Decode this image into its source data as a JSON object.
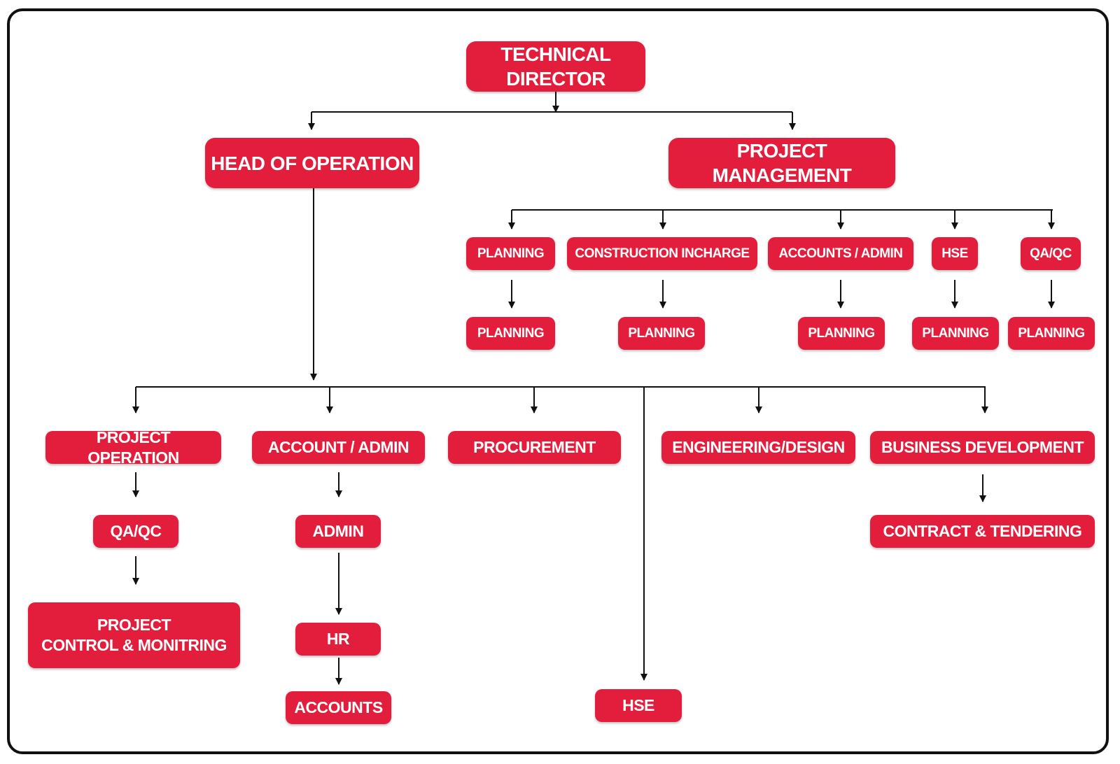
{
  "colors": {
    "box_fill": "#e31e3c",
    "box_text": "#ffffff",
    "connector": "#111111",
    "frame": "#111111"
  },
  "nodes": {
    "technical_director": "TECHNICAL DIRECTOR",
    "head_of_operation": "HEAD OF OPERATION",
    "project_management": "PROJECT MANAGEMENT",
    "pm_planning": "PLANNING",
    "pm_construction_incharge": "CONSTRUCTION INCHARGE",
    "pm_accounts_admin": "ACCOUNTS / ADMIN",
    "pm_hse": "HSE",
    "pm_qaqc": "QA/QC",
    "pm_planning_sub": "PLANNING",
    "pm_construction_sub": "PLANNING",
    "pm_accounts_sub": "PLANNING",
    "pm_hse_sub": "PLANNING",
    "pm_qaqc_sub": "PLANNING",
    "project_operation": "PROJECT OPERATION",
    "account_admin": "ACCOUNT / ADMIN",
    "procurement": "PROCUREMENT",
    "engineering_design": "ENGINEERING/DESIGN",
    "business_development": "BUSINESS DEVELOPMENT",
    "qaqc": "QA/QC",
    "project_control": "PROJECT\nCONTROL & MONITRING",
    "admin": "ADMIN",
    "hr": "HR",
    "accounts": "ACCOUNTS",
    "hse": "HSE",
    "contract_tendering": "CONTRACT & TENDERING"
  }
}
